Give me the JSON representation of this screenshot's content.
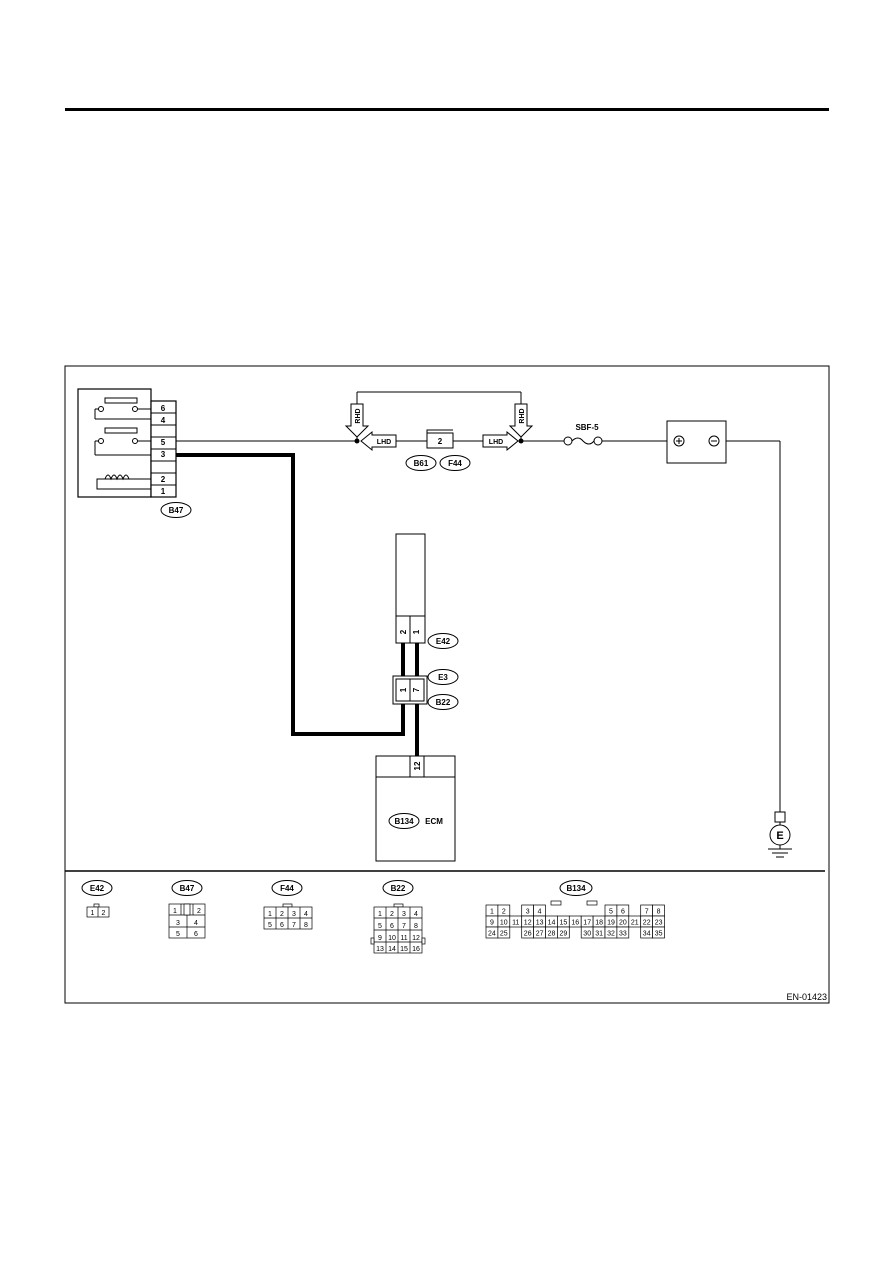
{
  "diagram_id": "EN-01423",
  "relay": {
    "badge": "B47",
    "pins": [
      "6",
      "4",
      "5",
      "3",
      "2",
      "1"
    ]
  },
  "rhd_label": "RHD",
  "lhd_label": "LHD",
  "mid_connector": {
    "pin": "2",
    "badges": [
      "B61",
      "F44"
    ]
  },
  "fuse_label": "SBF-5",
  "battery": {
    "plus": "⊕",
    "minus": "⊖"
  },
  "ground_symbol": "E",
  "sensor": {
    "badge": "E42",
    "pins": [
      "2",
      "1"
    ]
  },
  "joint": {
    "badges": [
      "E3",
      "B22"
    ],
    "pins": [
      "1",
      "7"
    ]
  },
  "ecm": {
    "badge": "B134",
    "label": "ECM",
    "pin": "12"
  },
  "connector_faces": [
    {
      "id": "E42",
      "rows": [
        [
          "1",
          "2"
        ]
      ]
    },
    {
      "id": "B47",
      "rows": [
        [
          "1",
          "",
          "2"
        ],
        [
          "3",
          "4"
        ],
        [
          "5",
          "6"
        ]
      ]
    },
    {
      "id": "F44",
      "rows": [
        [
          "1",
          "2",
          "3",
          "4"
        ],
        [
          "5",
          "6",
          "7",
          "8"
        ]
      ]
    },
    {
      "id": "B22",
      "rows": [
        [
          "1",
          "2",
          "3",
          "4"
        ],
        [
          "5",
          "6",
          "7",
          "8"
        ],
        [
          "9",
          "10",
          "11",
          "12"
        ],
        [
          "13",
          "14",
          "15",
          "16"
        ]
      ]
    },
    {
      "id": "B134",
      "rows": [
        [
          "1",
          "2",
          "",
          "3",
          "4",
          "",
          "",
          "",
          "",
          "",
          "5",
          "6",
          "",
          "7",
          "8"
        ],
        [
          "9",
          "10",
          "11",
          "12",
          "13",
          "14",
          "15",
          "16",
          "17",
          "18",
          "19",
          "20",
          "21",
          "22",
          "23"
        ],
        [
          "24",
          "25",
          "",
          "26",
          "27",
          "28",
          "29",
          "",
          "30",
          "31",
          "32",
          "33",
          "",
          "34",
          "35"
        ]
      ]
    }
  ]
}
